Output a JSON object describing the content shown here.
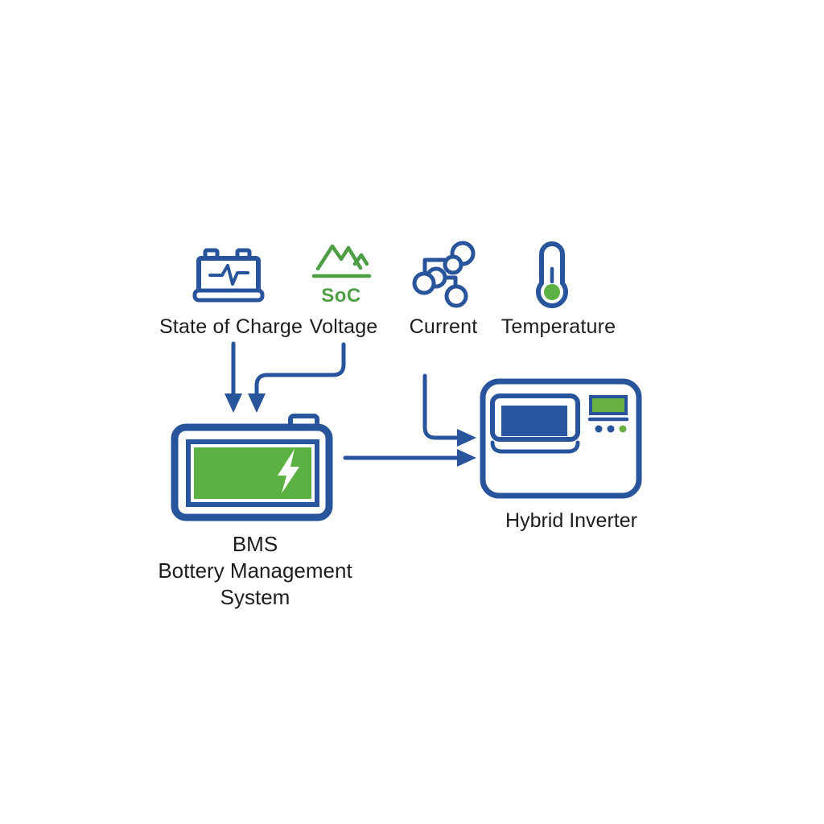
{
  "sensors": [
    {
      "id": "state-of-charge",
      "label": "State of Charge",
      "icon": "car-battery-pulse-icon"
    },
    {
      "id": "voltage",
      "label": "Voltage",
      "icon": "soc-mountains-icon",
      "icon_text": "SoC"
    },
    {
      "id": "current",
      "label": "Current",
      "icon": "molecule-icon"
    },
    {
      "id": "temperature",
      "label": "Temperature",
      "icon": "thermometer-icon"
    }
  ],
  "bms": {
    "abbr": "BMS",
    "name_line1": "Bottery Management",
    "name_line2": "System"
  },
  "inverter": {
    "label": "Hybrid Inverter"
  },
  "colors": {
    "blue": "#27549b",
    "blue_screen": "#2a58a0",
    "green": "#5cb143",
    "green_display": "#6ab043",
    "green_accent": "#4d9e44",
    "text": "#1d1d1f",
    "background": "#ffffff"
  }
}
